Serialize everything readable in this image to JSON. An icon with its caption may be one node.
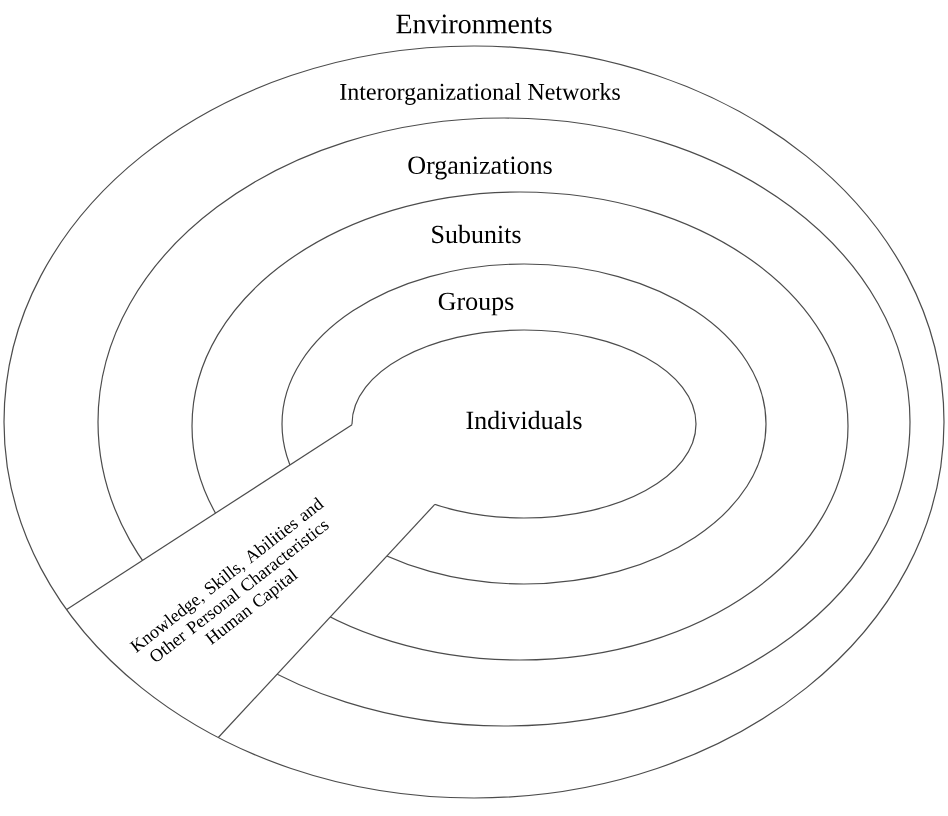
{
  "diagram": {
    "nodes": [
      {
        "text": [
          "Interorganizational Networks"
        ]
      },
      {
        "text": [
          "Organizations"
        ],
        "in": 0
      },
      {
        "text": [
          "Subunits"
        ],
        "in": 1
      },
      {
        "text": [
          "Groups"
        ],
        "in": 2
      },
      {
        "text": [
          "Individuals"
        ],
        "in": 3
      },
      {
        "text": [
          "Knowledge, Skills, Abilities and Other Personal Characteristics",
          "Human Capital"
        ],
        "in": 0
      }
    ],
    "labels": [
      "Environments"
    ]
  }
}
